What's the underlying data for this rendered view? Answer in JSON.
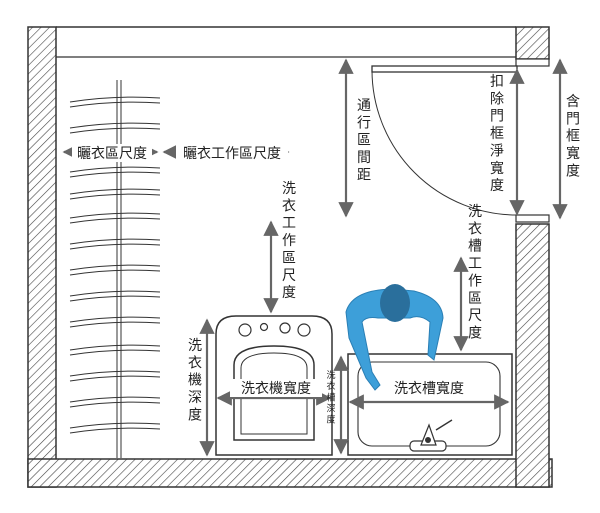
{
  "labels": {
    "drying_area": "曬衣區尺度",
    "drying_work_area": "曬衣工作區尺度",
    "corridor": "通行區間距",
    "door_net_width": "扣除門框淨寬度",
    "door_frame_width": "含門框寬度",
    "washer_work_area": "洗衣工作區尺度",
    "washer_depth": "洗衣機深度",
    "washer_width": "洗衣機寬度",
    "sink_depth": "洗衣槽深度",
    "sink_width": "洗衣槽寬度",
    "sink_work_area": "洗衣槽工作區尺度"
  },
  "colors": {
    "figure": "#3d9fd9",
    "figure_head": "#2a6f9c",
    "wall_hatch": "#444444",
    "line": "#333333",
    "arrow": "#666666"
  },
  "icons": {
    "drying_rack": "drying-rack-icon",
    "washing_machine": "washing-machine-icon",
    "sink": "laundry-sink-icon",
    "faucet": "faucet-icon",
    "person": "person-top-view-icon",
    "door": "door-swing-icon"
  }
}
